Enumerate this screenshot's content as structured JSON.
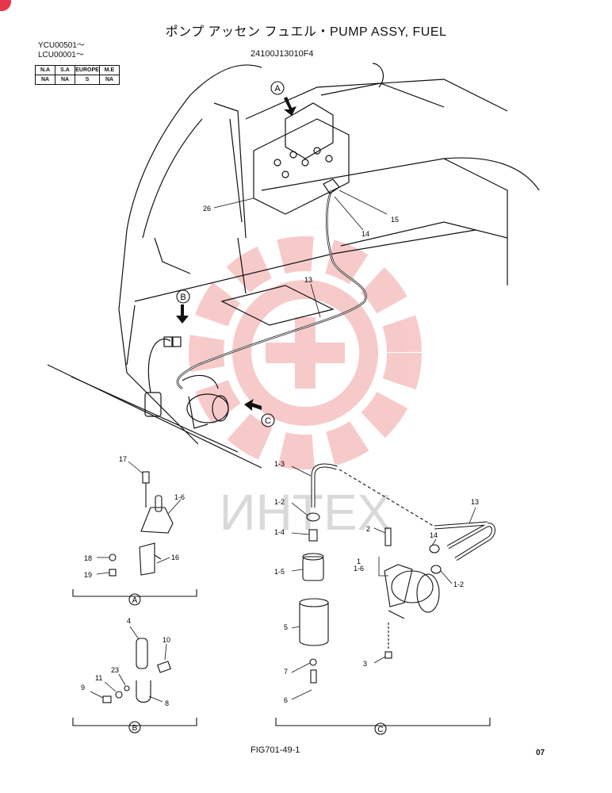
{
  "header": {
    "title": "ポンプ アッセン フュエル・PUMP ASSY, FUEL",
    "part_number": "24100J13010F4",
    "serials": [
      "YCU00501～",
      "LCU00001～"
    ]
  },
  "market_table": {
    "headers": [
      "N.A",
      "S.A",
      "EUROPE",
      "M.E"
    ],
    "values": [
      "NA",
      "NA",
      "S",
      "NA"
    ]
  },
  "views": [
    "A",
    "B",
    "C"
  ],
  "callouts": {
    "c26": "26",
    "c15": "15",
    "c14": "14",
    "c13": "13",
    "c17": "17",
    "c1_6": "1-6",
    "c18": "18",
    "c19": "19",
    "c16": "16",
    "c4": "4",
    "c10": "10",
    "c23": "23",
    "c11": "11",
    "c9": "9",
    "c8": "8",
    "c1_3": "1-3",
    "c1_2": "1-2",
    "c1_4": "1-4",
    "c1_5": "1-5",
    "c5": "5",
    "c7": "7",
    "c6": "6",
    "c2": "2",
    "c14b": "14",
    "c1": "1",
    "c1_6b": "1-6",
    "c1_2b": "1-2",
    "c3": "3",
    "c13b": "13"
  },
  "watermark": {
    "text": "ИНТЕХ",
    "color": "#f2b8b8"
  },
  "footer": {
    "figure": "FIG701-49-1",
    "page": "07"
  }
}
